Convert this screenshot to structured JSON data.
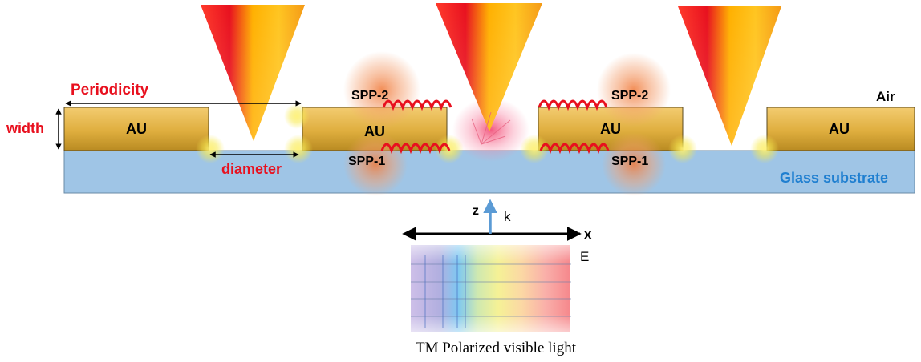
{
  "labels": {
    "periodicity": "Periodicity",
    "width": "width",
    "diameter": "diameter",
    "au": "AU",
    "air": "Air",
    "glass_substrate": "Glass substrate",
    "spp2": "SPP-2",
    "spp1": "SPP-1",
    "z_axis": "z",
    "k_vector": "k",
    "x_axis": "x",
    "e_field": "E",
    "caption": "TM Polarized visible light"
  },
  "colors": {
    "label_red": "#e8101e",
    "glass": "#9fc5e6",
    "glass_text": "#1f7fd0",
    "gold_top": "#f1c866",
    "gold_bottom": "#b88a20",
    "k_arrow": "#5b9bd5"
  }
}
